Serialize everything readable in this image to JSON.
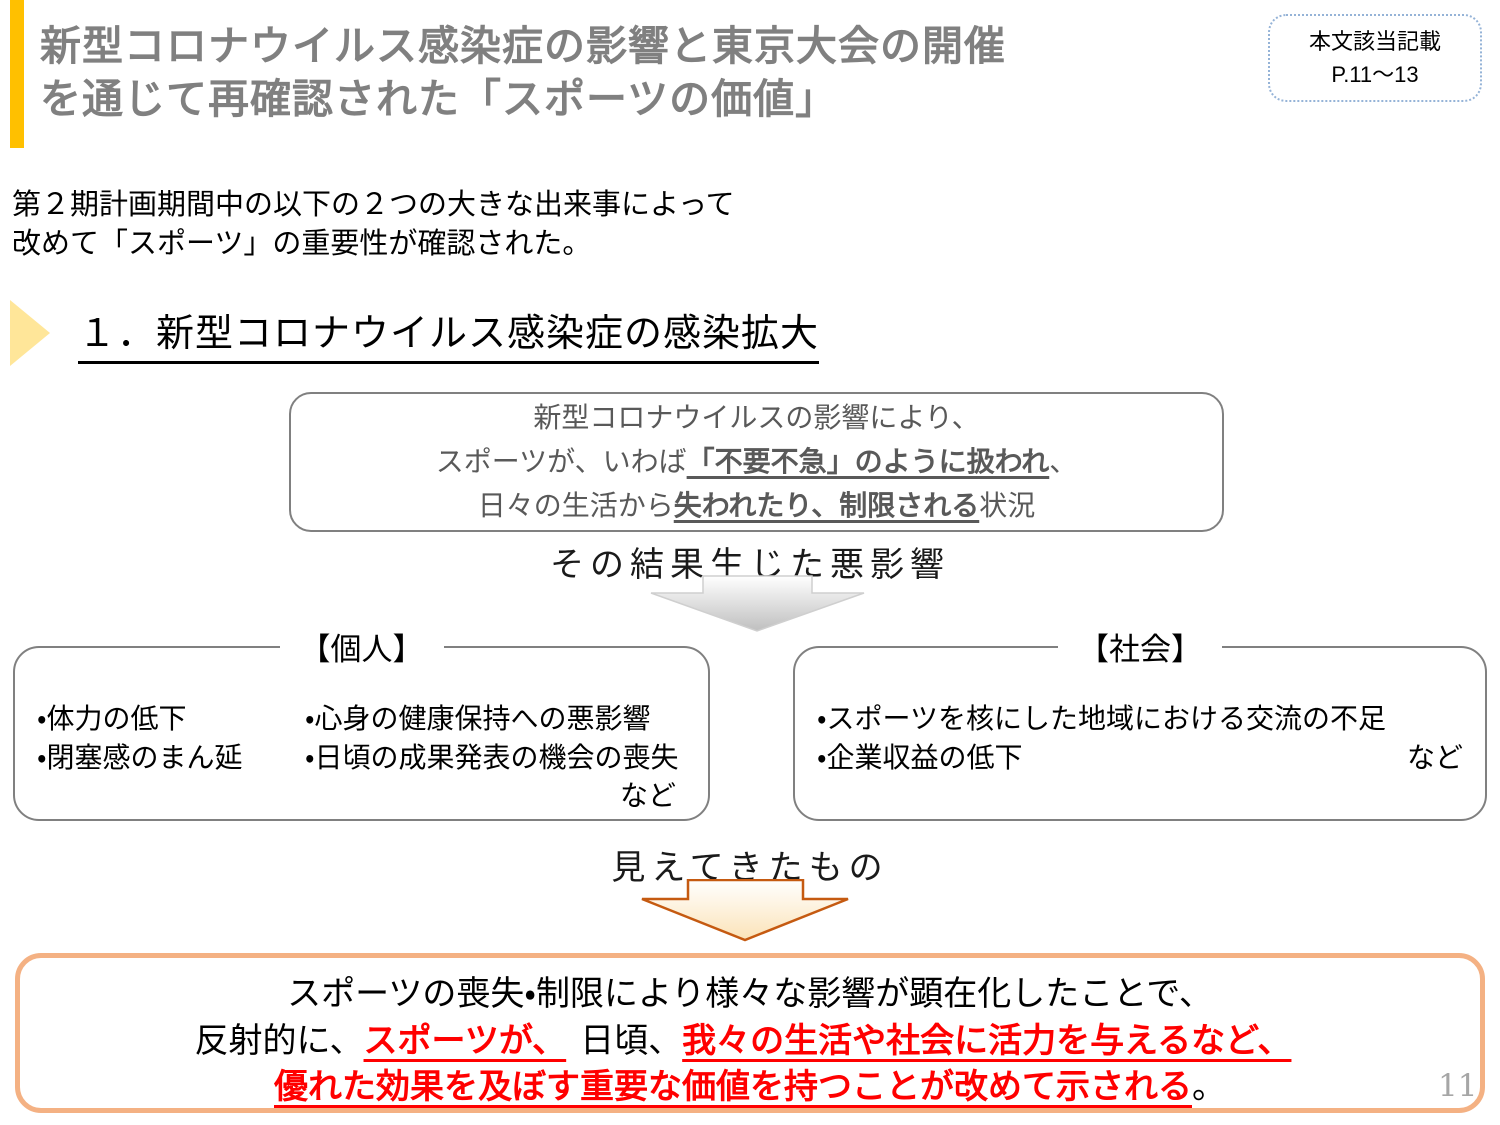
{
  "header": {
    "title_line1": "新型コロナウイルス感染症の影響と東京大会の開催",
    "title_line2": "を通じて再確認された「スポーツの価値」",
    "reference_box": {
      "line1": "本文該当記載",
      "line2": "P.11〜13"
    }
  },
  "intro": {
    "line1": "第２期計画期間中の以下の２つの大きな出来事によって",
    "line2": "改めて「スポーツ」の重要性が確認された。"
  },
  "section1": {
    "heading": "１．新型コロナウイルス感染症の感染拡大",
    "impact_box": {
      "line1": "新型コロナウイルスの影響により、",
      "line2_pre": "スポーツが、いわば",
      "line2_bold": "「不要不急」のように扱われ",
      "line2_post": "、",
      "line3_pre": "日々の生活から",
      "line3_bold": "失われたり、制限される",
      "line3_post": "状況"
    },
    "arrow1_label": "その結果生じた悪影響",
    "individual_box": {
      "label": "【個人】",
      "items_col1": [
        "・体力の低下",
        "・閉塞感のまん延"
      ],
      "items_col2": [
        "・心身の健康保持への悪影響",
        "・日頃の成果発表の機会の喪失"
      ],
      "etc": "など"
    },
    "society_box": {
      "label": "【社会】",
      "item1": "・スポーツを核にした地域における交流の不足",
      "item2": "・企業収益の低下",
      "etc": "など"
    },
    "arrow2_label": "見えてきたもの",
    "conclusion_box": {
      "line1": "スポーツの喪失・制限により様々な影響が顕在化したことで、",
      "line2_black1": "反射的に、",
      "line2_red1": "スポーツが、",
      "line2_black2": "日頃、",
      "line2_red2": "我々の生活や社会に活力を与えるなど、",
      "line3_red": "優れた効果を及ぼす重要な価値を持つことが改めて示される",
      "line3_black": "。"
    }
  },
  "footer": {
    "page_number": "11"
  },
  "colors": {
    "accent_bar": "#FFC000",
    "title_gray": "#808080",
    "bullet_triangle": "#FFE699",
    "box_border_gray": "#808080",
    "impact_text_gray": "#595959",
    "reference_border_blue": "#95B3D7",
    "conclusion_border_peach": "#F4B183",
    "arrow_orange_border": "#C55A11",
    "highlight_red": "#FF0000",
    "page_number_gray": "#A6A6A6"
  }
}
